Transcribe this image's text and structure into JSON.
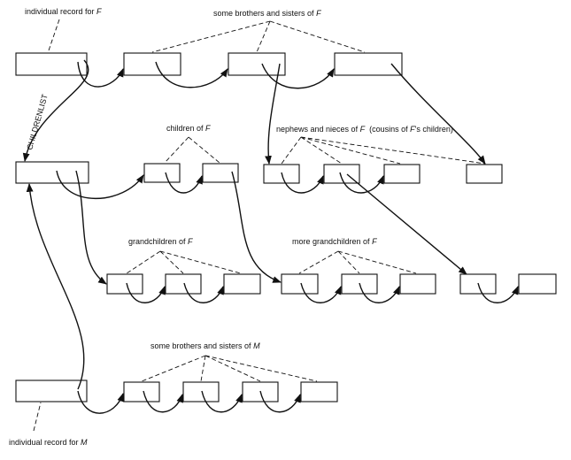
{
  "labels": {
    "record_f": [
      "individual record for ",
      "F"
    ],
    "siblings_f": [
      "some brothers and sisters of ",
      "F"
    ],
    "childrenlist": "CHILDRENLIST",
    "children_f": [
      "children of ",
      "F"
    ],
    "nephews": [
      "nephews and nieces of ",
      "F",
      "  (cousins of ",
      "F",
      "'s children)"
    ],
    "grandchildren_f": [
      "grandchildren of ",
      "F"
    ],
    "more_grandchildren_f": [
      "more grandchildren of ",
      "F"
    ],
    "siblings_m": [
      "some brothers and sisters of ",
      "M"
    ],
    "record_m": [
      "individual record for ",
      "M"
    ]
  },
  "records": [
    "record-f",
    "sibling-f-1",
    "sibling-f-2",
    "sibling-f-3",
    "record-child-f",
    "child-f-1",
    "child-f-2",
    "nephew-1",
    "nephew-2",
    "nephew-3",
    "nephew-4",
    "grandchild-1",
    "grandchild-2",
    "grandchild-3",
    "grandchild-4",
    "grandchild-5",
    "grandchild-6",
    "grandchild-7",
    "grandchild-8",
    "record-m",
    "sibling-m-1",
    "sibling-m-2",
    "sibling-m-3",
    "sibling-m-4"
  ]
}
